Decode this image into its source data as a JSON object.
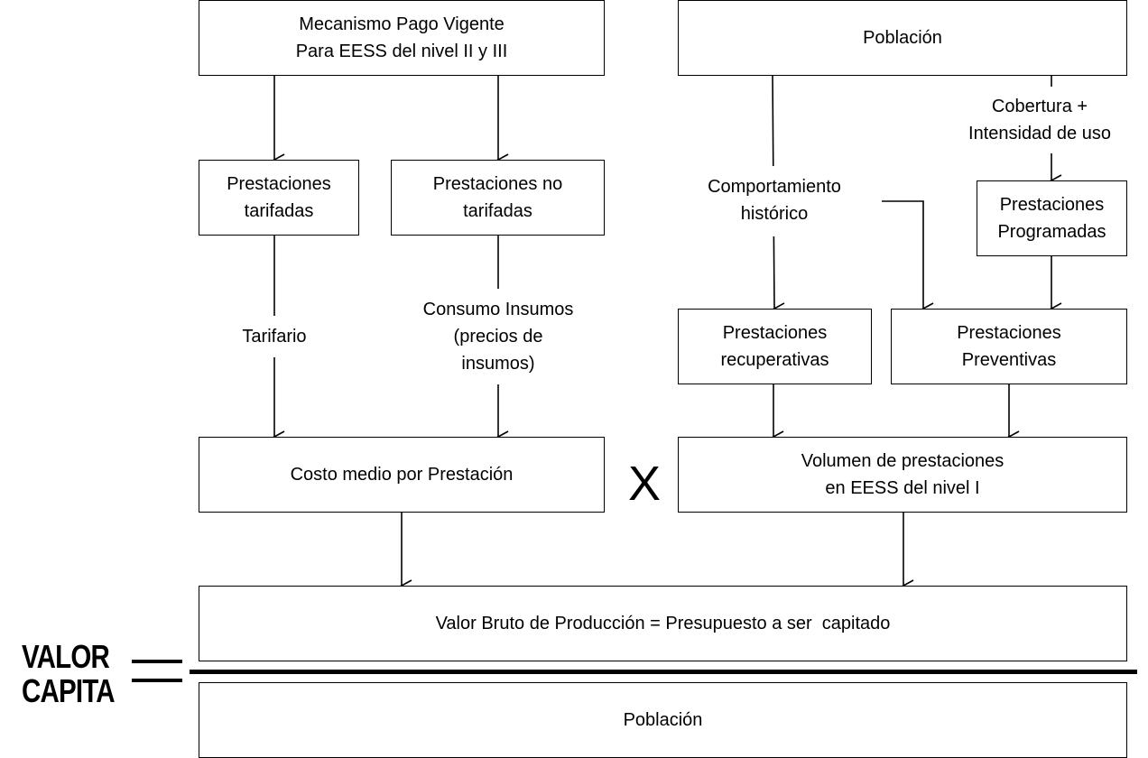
{
  "diagram": {
    "top_left_box": {
      "line1": "Mecanismo Pago Vigente",
      "line2": "Para EESS del nivel II y III"
    },
    "top_right_box": "Población",
    "tarifadas_box": {
      "line1": "Prestaciones",
      "line2": "tarifadas"
    },
    "no_tarifadas_box": {
      "line1": "Prestaciones no",
      "line2": "tarifadas"
    },
    "tarifario_label": "Tarifario",
    "consumo_label": {
      "line1": "Consumo Insumos",
      "line2": "(precios de",
      "line3": "insumos)"
    },
    "comportamiento_label": {
      "line1": "Comportamiento",
      "line2": "histórico"
    },
    "cobertura_label": {
      "line1": "Cobertura +",
      "line2": "Intensidad de uso"
    },
    "programadas_box": {
      "line1": "Prestaciones",
      "line2": "Programadas"
    },
    "recuperativas_box": {
      "line1": "Prestaciones",
      "line2": "recuperativas"
    },
    "preventivas_box": {
      "line1": "Prestaciones",
      "line2": "Preventivas"
    },
    "costo_box": "Costo medio por Prestación",
    "multiply_symbol": "X",
    "volumen_box": {
      "line1": "Volumen de prestaciones",
      "line2": "en EESS del nivel I"
    },
    "valor_bruto_box": "Valor Bruto de Producción = Presupuesto a ser  capitado",
    "poblacion_bottom_box": "Población",
    "valor_capita": {
      "line1": "VALOR",
      "line2": "CAPITA"
    }
  }
}
